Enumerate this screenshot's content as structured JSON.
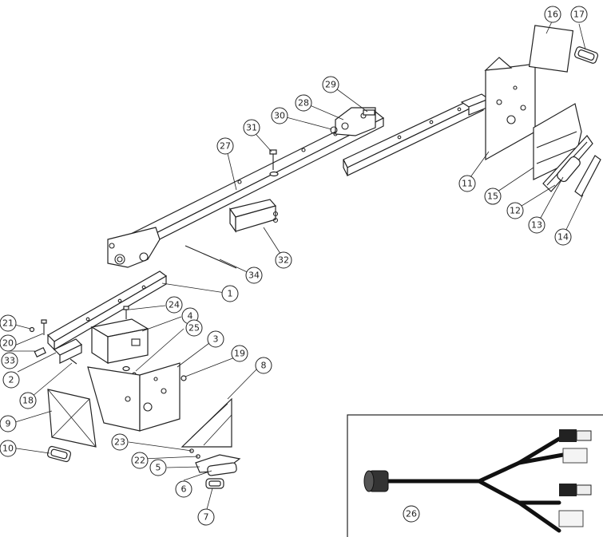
{
  "callouts": [
    {
      "id": "c1",
      "label": "1"
    },
    {
      "id": "c2",
      "label": "2"
    },
    {
      "id": "c3",
      "label": "3"
    },
    {
      "id": "c4",
      "label": "4"
    },
    {
      "id": "c5",
      "label": "5"
    },
    {
      "id": "c6",
      "label": "6"
    },
    {
      "id": "c7",
      "label": "7"
    },
    {
      "id": "c8",
      "label": "8"
    },
    {
      "id": "c9",
      "label": "9"
    },
    {
      "id": "c10",
      "label": "10"
    },
    {
      "id": "c11",
      "label": "11"
    },
    {
      "id": "c12",
      "label": "12"
    },
    {
      "id": "c13",
      "label": "13"
    },
    {
      "id": "c14",
      "label": "14"
    },
    {
      "id": "c15",
      "label": "15"
    },
    {
      "id": "c16",
      "label": "16"
    },
    {
      "id": "c17",
      "label": "17"
    },
    {
      "id": "c18",
      "label": "18"
    },
    {
      "id": "c19",
      "label": "19"
    },
    {
      "id": "c20",
      "label": "20"
    },
    {
      "id": "c21",
      "label": "21"
    },
    {
      "id": "c22",
      "label": "22"
    },
    {
      "id": "c23",
      "label": "23"
    },
    {
      "id": "c24",
      "label": "24"
    },
    {
      "id": "c25",
      "label": "25"
    },
    {
      "id": "c26",
      "label": "26"
    },
    {
      "id": "c27",
      "label": "27"
    },
    {
      "id": "c28",
      "label": "28"
    },
    {
      "id": "c29",
      "label": "29"
    },
    {
      "id": "c30",
      "label": "30"
    },
    {
      "id": "c31",
      "label": "31"
    },
    {
      "id": "c32",
      "label": "32"
    },
    {
      "id": "c33",
      "label": "33"
    },
    {
      "id": "c34",
      "label": "34"
    }
  ]
}
